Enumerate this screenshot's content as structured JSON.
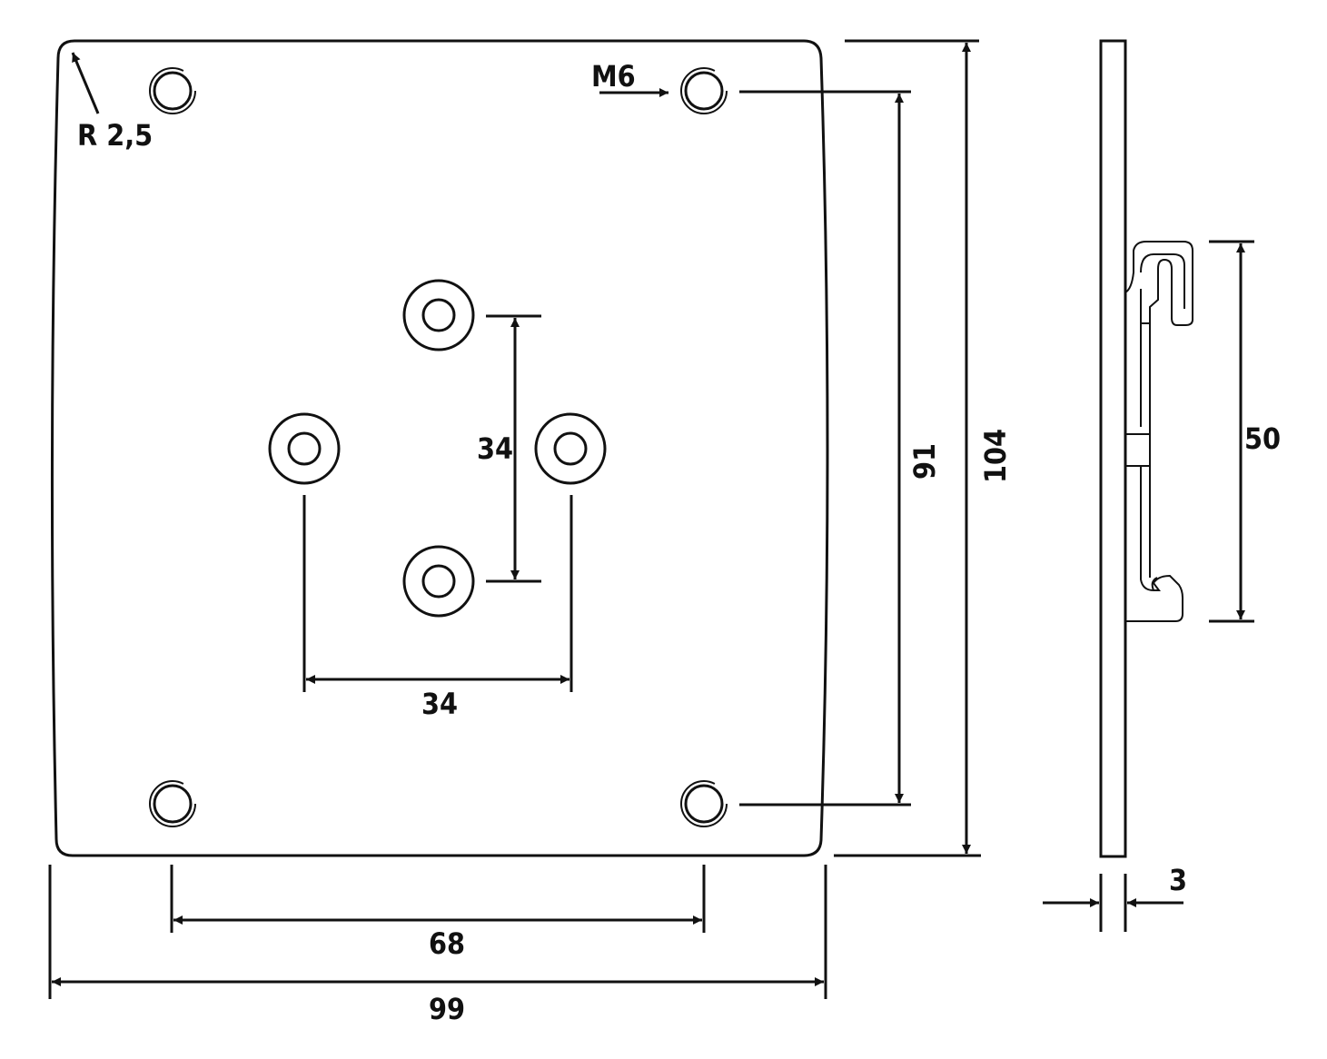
{
  "front_view": {
    "corner_radius_label": "R 2,5",
    "thread_label": "M6"
  },
  "dimensions": {
    "inner_vertical_spacing": "34",
    "inner_horizontal_spacing": "34",
    "outer_hole_spacing_vertical": "91",
    "plate_height": "104",
    "outer_hole_spacing_horizontal": "68",
    "plate_width": "99"
  },
  "side_view": {
    "clip_height": "50",
    "plate_thickness": "3"
  },
  "colors": {
    "line": "#111111",
    "background": "#ffffff"
  }
}
